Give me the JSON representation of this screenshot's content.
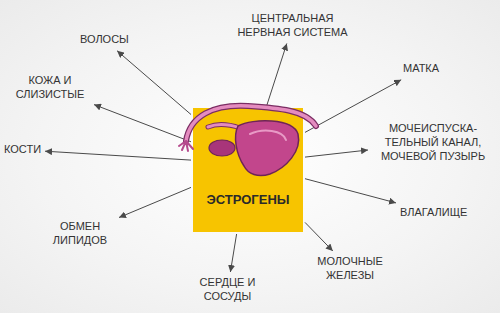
{
  "diagram": {
    "nodes": [
      {
        "text": [
          "ЭСТРОГЕНЫ"
        ]
      },
      {
        "text": [
          "ВОЛОСЫ"
        ]
      },
      {
        "text": [
          "ЦЕНТРАЛЬНАЯ НЕРВНАЯ СИСТЕМА"
        ]
      },
      {
        "text": [
          "МАТКА"
        ]
      },
      {
        "text": [
          "МОЧЕИСПУСКА- ТЕЛЬНЫЙ КАНАЛ, МОЧЕВОЙ ПУЗЫРЬ"
        ]
      },
      {
        "text": [
          "ВЛАГАЛИЩЕ"
        ]
      },
      {
        "text": [
          "МОЛОЧНЫЕ ЖЕЛЕЗЫ"
        ]
      },
      {
        "text": [
          "СЕРДЦЕ И СОСУДЫ"
        ]
      },
      {
        "text": [
          "ОБМЕН ЛИПИДОВ"
        ]
      },
      {
        "text": [
          "КОСТИ"
        ]
      },
      {
        "text": [
          "КОЖА И СЛИЗИСТЫЕ"
        ]
      }
    ],
    "edges": [
      {
        "from": 0,
        "to": 1,
        "arrow": "to"
      },
      {
        "from": 0,
        "to": 2,
        "arrow": "to"
      },
      {
        "from": 0,
        "to": 3,
        "arrow": "to"
      },
      {
        "from": 0,
        "to": 4,
        "arrow": "to"
      },
      {
        "from": 0,
        "to": 5,
        "arrow": "to"
      },
      {
        "from": 0,
        "to": 6,
        "arrow": "to"
      },
      {
        "from": 0,
        "to": 7,
        "arrow": "to"
      },
      {
        "from": 0,
        "to": 8,
        "arrow": "to"
      },
      {
        "from": 0,
        "to": 9,
        "arrow": "to"
      },
      {
        "from": 0,
        "to": 10,
        "arrow": "to"
      }
    ]
  }
}
